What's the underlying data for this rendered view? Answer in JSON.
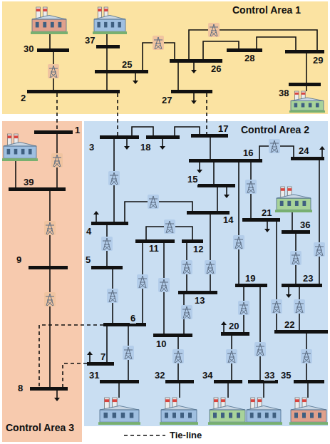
{
  "diagram": {
    "nodes": [
      {
        "text": [
          "Control Area 1"
        ]
      },
      {
        "text": [
          "30"
        ],
        "in": 0
      },
      {
        "text": [
          "37"
        ],
        "in": 0
      },
      {
        "text": [
          "25"
        ],
        "in": 0
      },
      {
        "text": [
          "2"
        ],
        "in": 0
      },
      {
        "text": [
          "26"
        ],
        "in": 0
      },
      {
        "text": [
          "28"
        ],
        "in": 0
      },
      {
        "text": [
          "29"
        ],
        "in": 0
      },
      {
        "text": [
          "27"
        ],
        "in": 0
      },
      {
        "text": [
          "38"
        ],
        "in": 0
      },
      {
        "text": [
          "Control Area 3"
        ]
      },
      {
        "text": [
          "1"
        ],
        "in": 10
      },
      {
        "text": [
          "39"
        ],
        "in": 10
      },
      {
        "text": [
          "9"
        ],
        "in": 10
      },
      {
        "text": [
          "8"
        ],
        "in": 10
      },
      {
        "text": [
          "Control Area 2"
        ]
      },
      {
        "text": [
          "3"
        ],
        "in": 15
      },
      {
        "text": [
          "18"
        ],
        "in": 15
      },
      {
        "text": [
          "17"
        ],
        "in": 15
      },
      {
        "text": [
          "16"
        ],
        "in": 15
      },
      {
        "text": [
          "24"
        ],
        "in": 15
      },
      {
        "text": [
          "15"
        ],
        "in": 15
      },
      {
        "text": [
          "14"
        ],
        "in": 15
      },
      {
        "text": [
          "21"
        ],
        "in": 15
      },
      {
        "text": [
          "4"
        ],
        "in": 15
      },
      {
        "text": [
          "36"
        ],
        "in": 15
      },
      {
        "text": [
          "11"
        ],
        "in": 15
      },
      {
        "text": [
          "12"
        ],
        "in": 15
      },
      {
        "text": [
          "5"
        ],
        "in": 15
      },
      {
        "text": [
          "19"
        ],
        "in": 15
      },
      {
        "text": [
          "23"
        ],
        "in": 15
      },
      {
        "text": [
          "13"
        ],
        "in": 15
      },
      {
        "text": [
          "6"
        ],
        "in": 15
      },
      {
        "text": [
          "22"
        ],
        "in": 15
      },
      {
        "text": [
          "20"
        ],
        "in": 15
      },
      {
        "text": [
          "10"
        ],
        "in": 15
      },
      {
        "text": [
          "7"
        ],
        "in": 15
      },
      {
        "text": [
          "31"
        ],
        "in": 15
      },
      {
        "text": [
          "32"
        ],
        "in": 15
      },
      {
        "text": [
          "34"
        ],
        "in": 15
      },
      {
        "text": [
          "33"
        ],
        "in": 15
      },
      {
        "text": [
          "35"
        ],
        "in": 15
      }
    ],
    "edges": [
      {
        "from": 4,
        "to": 11,
        "arrow": "none"
      },
      {
        "from": 11,
        "to": 12,
        "arrow": "none"
      },
      {
        "from": 12,
        "to": 13,
        "arrow": "none"
      },
      {
        "from": 13,
        "to": 14,
        "arrow": "none"
      },
      {
        "from": 1,
        "to": 4,
        "arrow": "none"
      },
      {
        "from": 2,
        "to": 3,
        "arrow": "none"
      },
      {
        "from": 3,
        "to": 4,
        "arrow": "none"
      },
      {
        "from": 4,
        "to": 16,
        "arrow": "none"
      },
      {
        "from": 3,
        "to": 5,
        "arrow": "none"
      },
      {
        "from": 5,
        "to": 8,
        "arrow": "none"
      },
      {
        "from": 5,
        "to": 6,
        "arrow": "none"
      },
      {
        "from": 6,
        "to": 7,
        "arrow": "none"
      },
      {
        "from": 5,
        "to": 7,
        "arrow": "none"
      },
      {
        "from": 7,
        "to": 9,
        "arrow": "none"
      },
      {
        "from": 8,
        "to": 18,
        "arrow": "none"
      },
      {
        "from": 16,
        "to": 17,
        "arrow": "none"
      },
      {
        "from": 17,
        "to": 18,
        "arrow": "none"
      },
      {
        "from": 18,
        "to": 19,
        "arrow": "none"
      },
      {
        "from": 16,
        "to": 24,
        "arrow": "none"
      },
      {
        "from": 19,
        "to": 21,
        "arrow": "none"
      },
      {
        "from": 19,
        "to": 20,
        "arrow": "none"
      },
      {
        "from": 19,
        "to": 23,
        "arrow": "none"
      },
      {
        "from": 19,
        "to": 29,
        "arrow": "none"
      },
      {
        "from": 21,
        "to": 22,
        "arrow": "none"
      },
      {
        "from": 24,
        "to": 22,
        "arrow": "none"
      },
      {
        "from": 24,
        "to": 28,
        "arrow": "none"
      },
      {
        "from": 22,
        "to": 31,
        "arrow": "none"
      },
      {
        "from": 26,
        "to": 27,
        "arrow": "none"
      },
      {
        "from": 27,
        "to": 31,
        "arrow": "none"
      },
      {
        "from": 28,
        "to": 32,
        "arrow": "none"
      },
      {
        "from": 32,
        "to": 26,
        "arrow": "none"
      },
      {
        "from": 26,
        "to": 35,
        "arrow": "none"
      },
      {
        "from": 31,
        "to": 35,
        "arrow": "none"
      },
      {
        "from": 32,
        "to": 36,
        "arrow": "none"
      },
      {
        "from": 32,
        "to": 37,
        "arrow": "none"
      },
      {
        "from": 35,
        "to": 38,
        "arrow": "none"
      },
      {
        "from": 32,
        "to": 14,
        "arrow": "none"
      },
      {
        "from": 36,
        "to": 14,
        "arrow": "none"
      },
      {
        "from": 23,
        "to": 33,
        "arrow": "none"
      },
      {
        "from": 25,
        "to": 30,
        "arrow": "none"
      },
      {
        "from": 30,
        "to": 20,
        "arrow": "none"
      },
      {
        "from": 29,
        "to": 34,
        "arrow": "none"
      },
      {
        "from": 29,
        "to": 40,
        "arrow": "none"
      },
      {
        "from": 34,
        "to": 39,
        "arrow": "none"
      },
      {
        "from": 30,
        "to": 33,
        "arrow": "none"
      },
      {
        "from": 33,
        "to": 41,
        "arrow": "none"
      }
    ],
    "legend": [
      {
        "text": "Tie-line"
      }
    ]
  }
}
